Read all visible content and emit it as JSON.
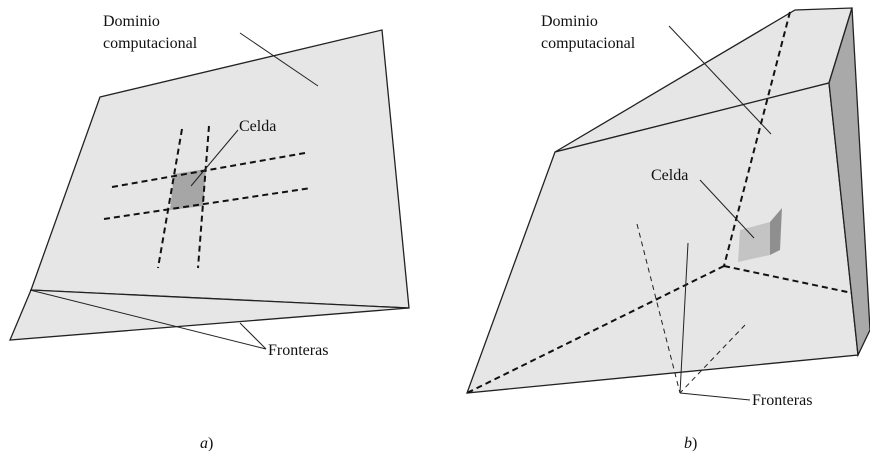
{
  "panel_a": {
    "domain_label_line1": "Dominio",
    "domain_label_line2": "computacional",
    "cell_label": "Celda",
    "boundaries_label": "Fronteras",
    "caption_letter": "a",
    "caption_paren": ")"
  },
  "panel_b": {
    "domain_label_line1": "Dominio",
    "domain_label_line2": "computacional",
    "cell_label": "Celda",
    "boundaries_label": "Fronteras",
    "caption_letter": "b",
    "caption_paren": ")"
  },
  "colors": {
    "surface": "#e6e6e6",
    "side_face": "#a9a9a9",
    "cell_a": "#a6a6a6",
    "cell_b_front": "#c4c4c4",
    "cell_b_side": "#8f8f8f",
    "line": "#222222"
  }
}
